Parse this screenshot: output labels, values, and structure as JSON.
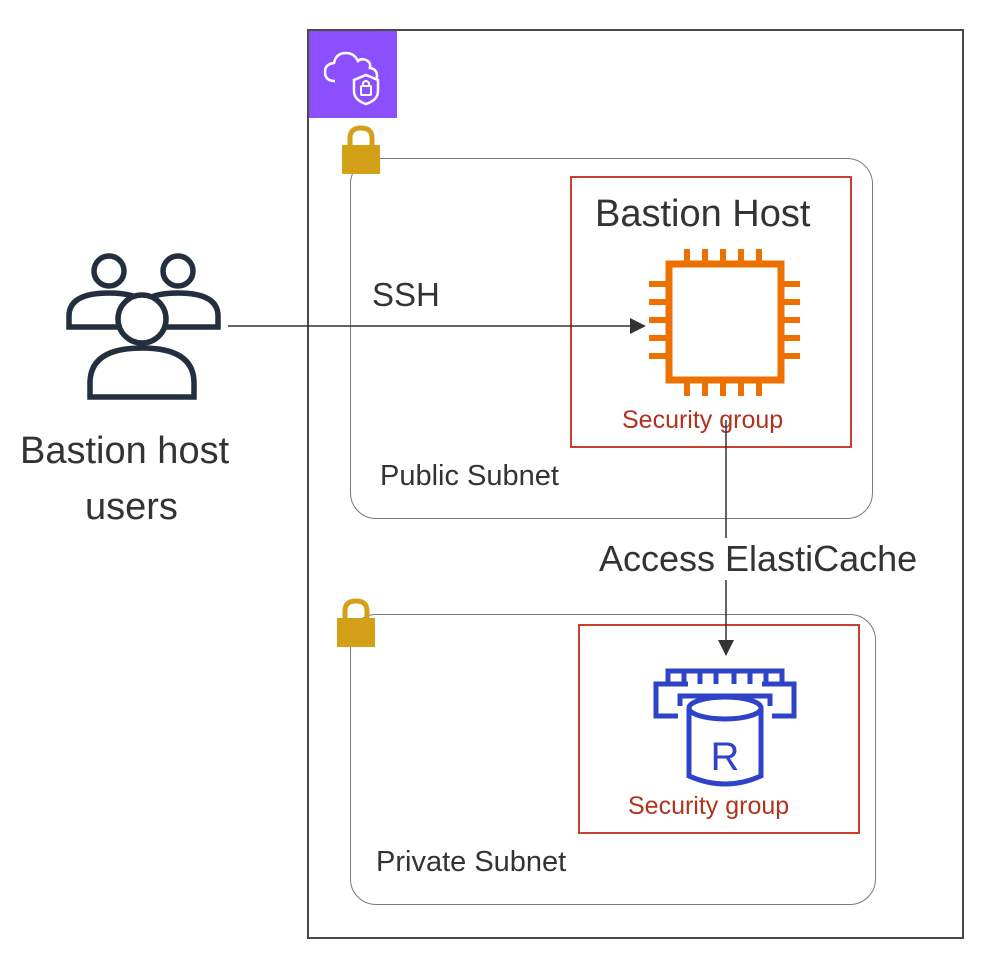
{
  "users": {
    "label_line1": "Bastion host",
    "label_line2": "users",
    "icon": "users-group-icon"
  },
  "vpc": {
    "icon": "vpc-cloud-shield-icon",
    "icon_bg_color": "#8C4FFF"
  },
  "public_subnet": {
    "label": "Public Subnet",
    "lock_icon": "padlock-icon"
  },
  "private_subnet": {
    "label": "Private Subnet",
    "lock_icon": "padlock-icon"
  },
  "bastion_host": {
    "title": "Bastion Host",
    "icon": "ec2-instance-chip-icon",
    "security_group_label": "Security group",
    "icon_color": "#ED7100",
    "border_color": "#C7412E"
  },
  "elasticache": {
    "icon": "elasticache-redis-icon",
    "security_group_label": "Security group",
    "icon_color": "#2E43C7",
    "border_color": "#C7412E"
  },
  "connections": {
    "ssh_label": "SSH",
    "access_label": "Access ElastiCache"
  },
  "colors": {
    "lock": "#D4A017",
    "security_group_text": "#B0331F",
    "line": "#333333"
  }
}
